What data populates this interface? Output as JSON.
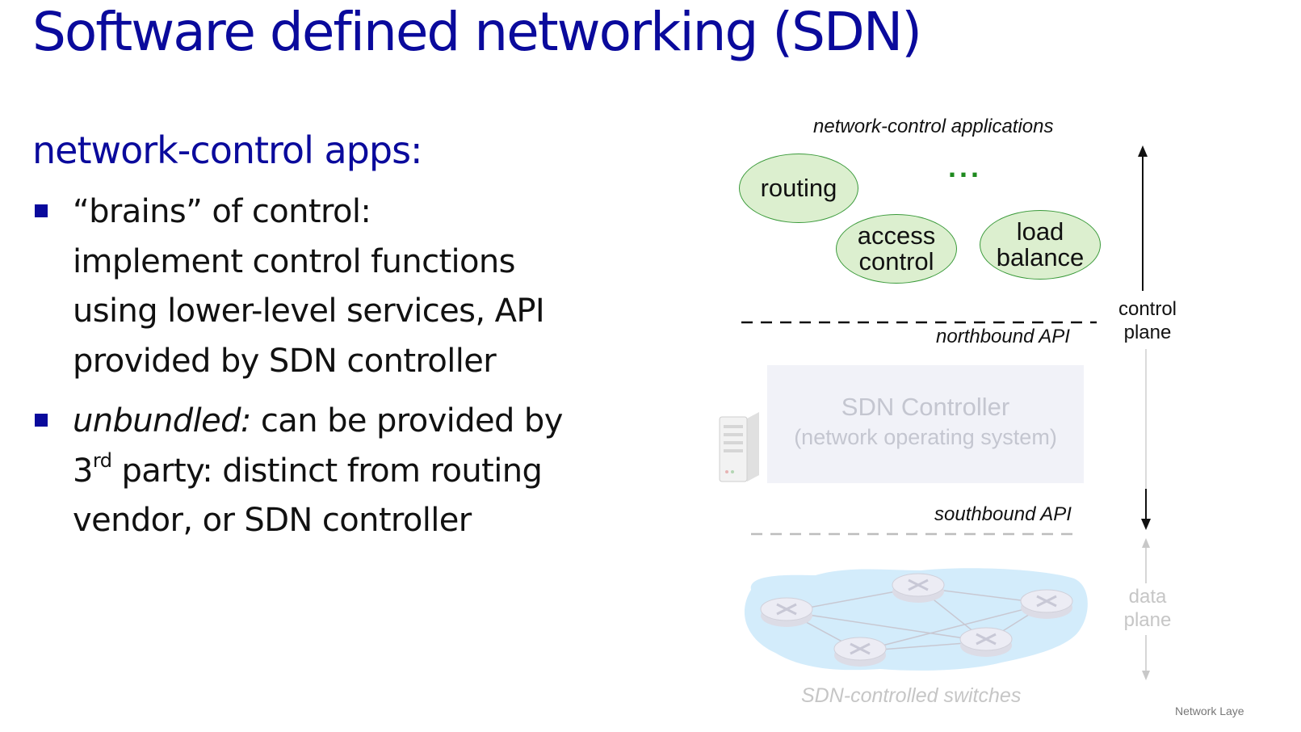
{
  "slide": {
    "title": "Software defined networking (SDN)",
    "subtitle": "network-control apps:",
    "bullets": [
      {
        "lines": [
          "“brains” of control:",
          "implement control functions",
          "using lower-level services, API",
          "provided by SDN controller"
        ]
      },
      {
        "em": "unbundled:",
        "line1_rest": " can be provided by",
        "line2_pre": "3",
        "line2_sup": "rd",
        "line2_post": " party: distinct from routing",
        "line3": "vendor, or SDN controller"
      }
    ],
    "footer": "Network Laye"
  },
  "diagram": {
    "apps_heading": "network-control applications",
    "apps": [
      "routing",
      "access control",
      "load balance"
    ],
    "ellipsis": "...",
    "northbound_api": "northbound API",
    "southbound_api": "southbound API",
    "control_plane": [
      "control",
      "plane"
    ],
    "data_plane": [
      "data",
      "plane"
    ],
    "controller_title": "SDN Controller",
    "controller_sub": "(network operating system)",
    "switches_label": "SDN-controlled switches",
    "colors": {
      "title_blue": "#0a0a9c",
      "oval_fill": "#dcefcf",
      "oval_border": "#3a9a3a",
      "faded": "#c4c6d0",
      "cloud": "#d3ecfb"
    }
  }
}
